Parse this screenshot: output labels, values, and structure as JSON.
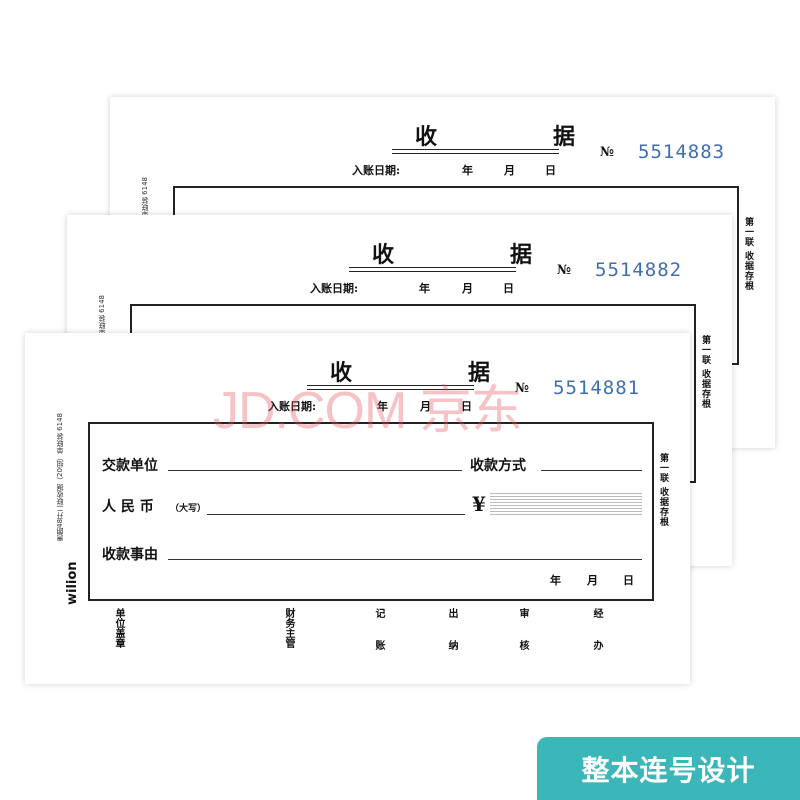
{
  "receipt": {
    "title_left": "收",
    "title_right": "据",
    "date_label": "入账日期:",
    "year": "年",
    "month": "月",
    "day": "日",
    "no_label": "№",
    "side_label": "第一联  收据存根",
    "product_code": "惠朗48开二联收据（20组）单联装  6148",
    "brand_logo": "wilion",
    "fields": {
      "payer": "交款单位",
      "payment_method": "收款方式",
      "rmb": "人 民 币",
      "uppercase": "（大写）",
      "yen": "¥",
      "reason": "收款事由"
    },
    "signatures": [
      "单位盖章",
      "财务主管",
      "记账",
      "出纳",
      "审核",
      "经办"
    ]
  },
  "sheets": [
    {
      "number": "5514883"
    },
    {
      "number": "5514882"
    },
    {
      "number": "5514881"
    }
  ],
  "watermark": "JD.COM 京东",
  "badge": "整本连号设计"
}
